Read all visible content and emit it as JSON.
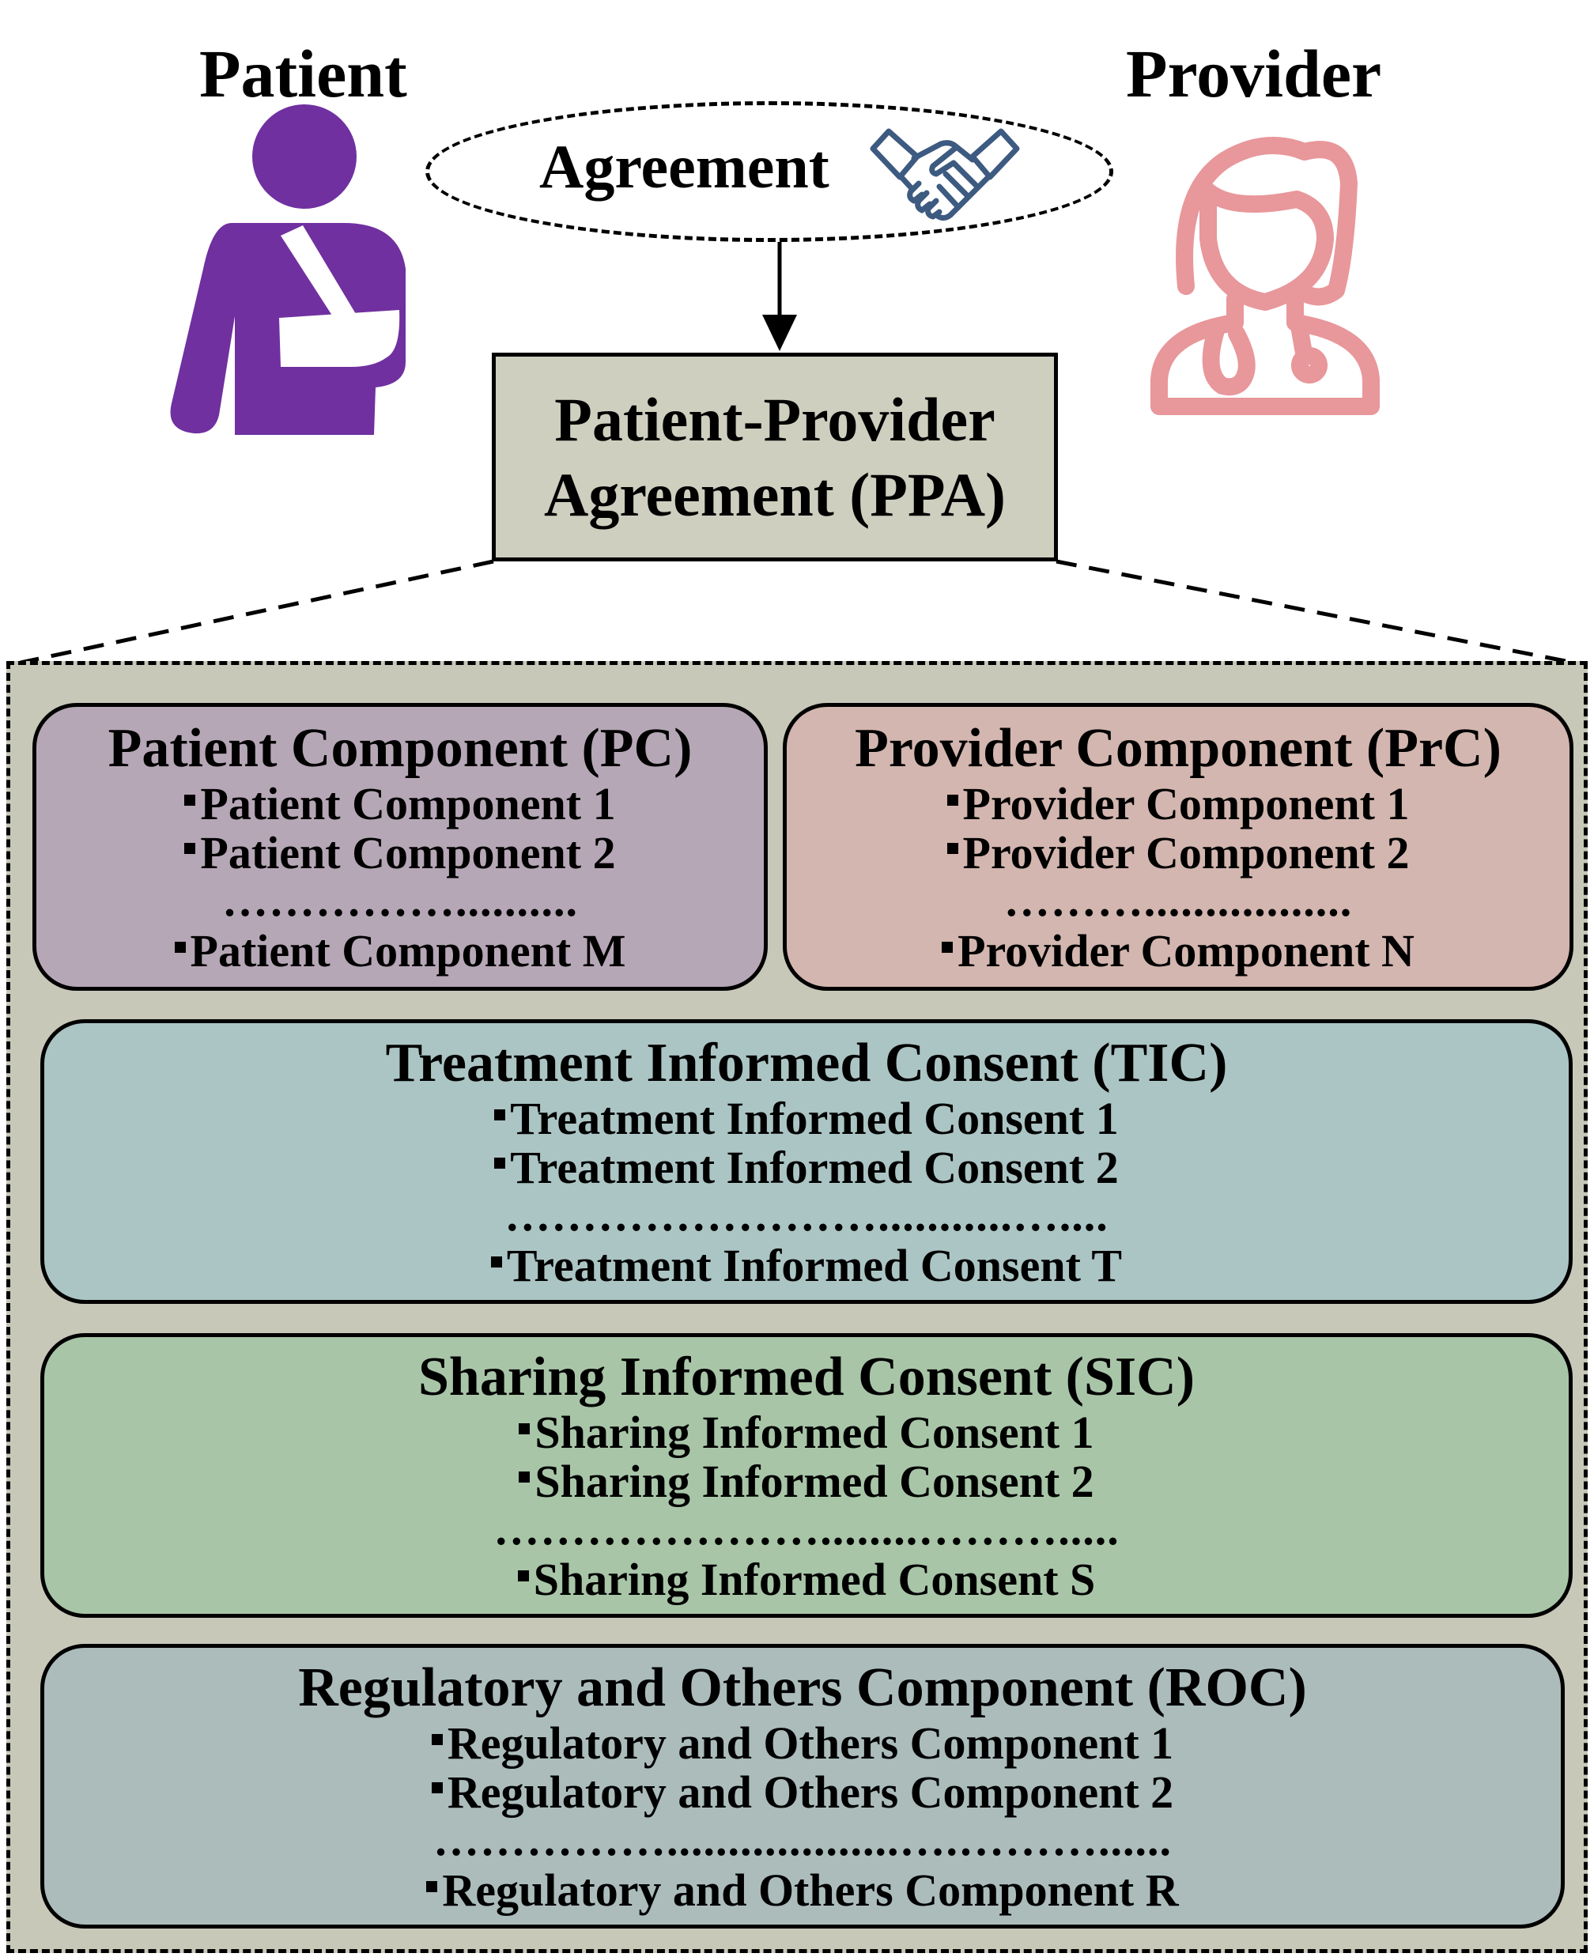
{
  "actors": {
    "patient_label": "Patient",
    "provider_label": "Provider"
  },
  "agreement": {
    "label": "Agreement"
  },
  "ppa": {
    "line1": "Patient-Provider",
    "line2": "Agreement (PPA)"
  },
  "components": {
    "pc": {
      "title": "Patient Component (PC)",
      "items": [
        "Patient Component 1",
        "Patient Component 2"
      ],
      "dots": "……………..........",
      "last": "Patient Component M"
    },
    "prc": {
      "title": "Provider Component (PrC)",
      "items": [
        "Provider Component 1",
        "Provider Component 2"
      ],
      "dots": "……….................",
      "last": "Provider Component N"
    },
    "tic": {
      "title": "Treatment Informed Consent (TIC)",
      "items": [
        "Treatment Informed Consent 1",
        "Treatment Informed Consent 2"
      ],
      "dots": "……………………...........…....",
      "last": "Treatment Informed Consent T"
    },
    "sic": {
      "title": "Sharing Informed Consent (SIC)",
      "items": [
        "Sharing Informed Consent 1",
        "Sharing Informed Consent 2"
      ],
      "dots": "…………………........……….....",
      "last": "Sharing Informed Consent S"
    },
    "roc": {
      "title": "Regulatory and Others Component (ROC)",
      "items": [
        "Regulatory and Others Component 1",
        "Regulatory and Others Component 2"
      ],
      "dots": "……………...................….………......",
      "last": "Regulatory and Others Component R"
    }
  },
  "colors": {
    "patient_icon": "#7030a0",
    "provider_icon": "#e8979b",
    "handshake_icon": "#3d5a80",
    "ppa_fill": "#cfcfc0",
    "container_fill": "#c8c8b9",
    "pc_fill": "#b6a7b6",
    "prc_fill": "#d3b6af",
    "tic_fill": "#abc5c4",
    "sic_fill": "#a8c5a8",
    "roc_fill": "#abbcbb"
  }
}
